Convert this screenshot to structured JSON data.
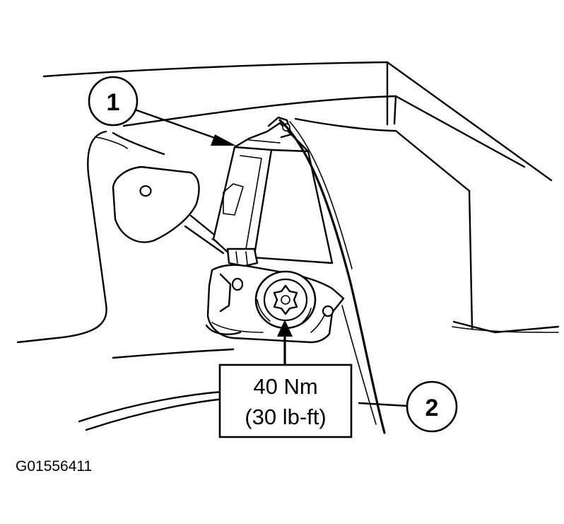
{
  "callouts": {
    "item1": {
      "number": "1"
    },
    "item2": {
      "number": "2"
    }
  },
  "torque_spec": {
    "metric": "40 Nm",
    "imperial": "(30 lb-ft)"
  },
  "figure_id": "G01556411"
}
